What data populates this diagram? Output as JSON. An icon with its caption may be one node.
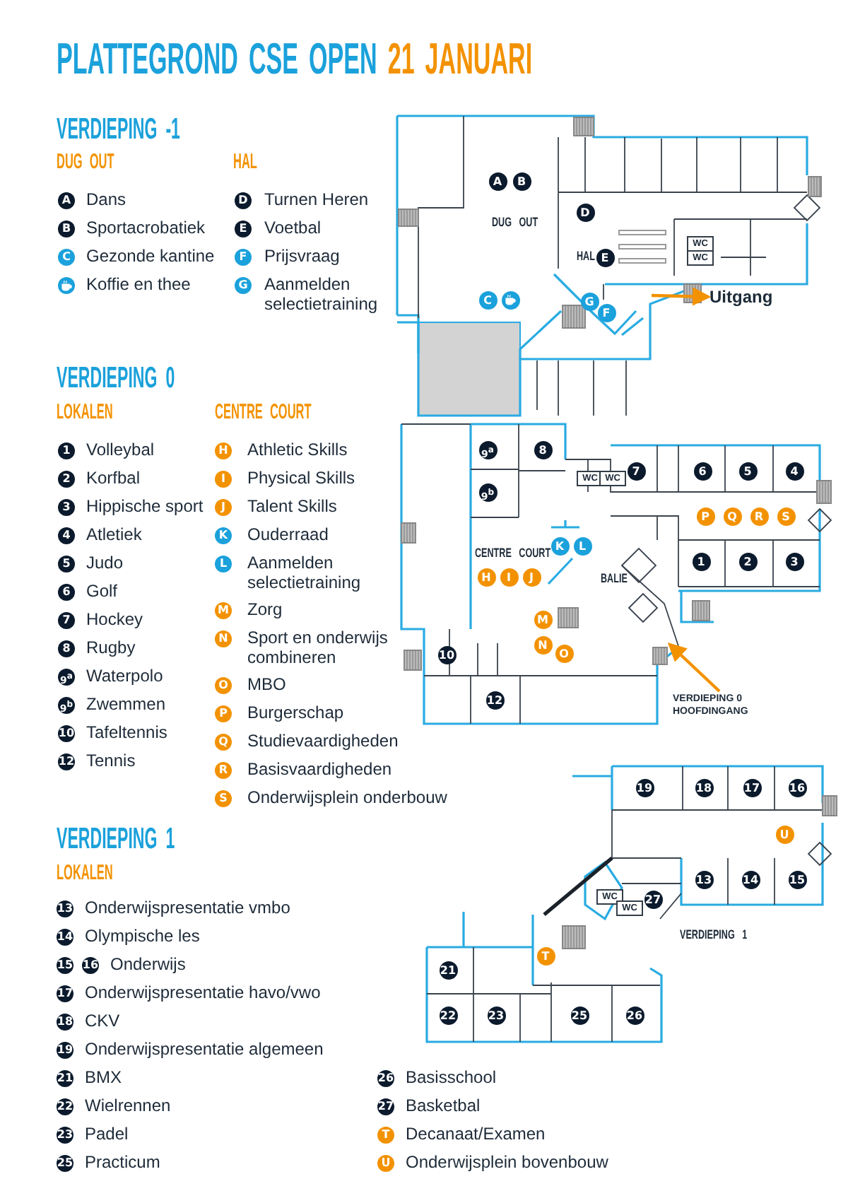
{
  "diagram": {
    "title": "PLATTEGROND CSE OPEN **21 JANUARI**",
    "nodes": [
      {
        "text": [
          "A"
        ],
        "beside": [
          "Dans"
        ]
      },
      {
        "text": [
          "B"
        ],
        "beside": [
          "Sportacrobatiek"
        ]
      },
      {
        "text": [
          "C"
        ],
        "beside": [
          "Gezonde kantine"
        ]
      },
      {
        "text": [],
        "shape": "circle",
        "beside": [
          "Koffie en thee"
        ]
      },
      {
        "text": [
          "D"
        ],
        "beside": [
          "Turnen Heren"
        ]
      },
      {
        "text": [
          "E"
        ],
        "beside": [
          "Voetbal"
        ]
      },
      {
        "text": [
          "F"
        ],
        "beside": [
          "Prijsvraag"
        ]
      },
      {
        "text": [
          "G"
        ],
        "beside": [
          "Aanmelden selectietraining"
        ]
      },
      {
        "text": [
          "A"
        ]
      },
      {
        "text": [
          "B"
        ]
      },
      {
        "text": [
          "D"
        ]
      },
      {
        "text": [
          "WC"
        ]
      },
      {
        "text": [
          "WC"
        ]
      },
      {
        "text": [
          "E"
        ]
      },
      {
        "text": [
          "C"
        ]
      },
      {
        "text": [],
        "shape": "circle"
      },
      {
        "text": [
          "G"
        ]
      },
      {
        "text": [
          "F"
        ]
      },
      {
        "text": [
          "Uitgang"
        ]
      },
      {
        "text": [
          "1"
        ],
        "beside": [
          "Volleybal"
        ]
      },
      {
        "text": [
          "2"
        ],
        "beside": [
          "Korfbal"
        ]
      },
      {
        "text": [
          "3"
        ],
        "beside": [
          "Hippische sport"
        ]
      },
      {
        "text": [
          "4"
        ],
        "beside": [
          "Atletiek"
        ]
      },
      {
        "text": [
          "5"
        ],
        "beside": [
          "Judo"
        ]
      },
      {
        "text": [
          "6"
        ],
        "beside": [
          "Golf"
        ]
      },
      {
        "text": [
          "7"
        ],
        "beside": [
          "Hockey"
        ]
      },
      {
        "text": [
          "8"
        ],
        "beside": [
          "Rugby"
        ]
      },
      {
        "text": [
          "9$^{a}$"
        ],
        "beside": [
          "Waterpolo"
        ]
      },
      {
        "text": [
          "9$^{b}$"
        ],
        "beside": [
          "Zwemmen"
        ]
      },
      {
        "text": [
          "10"
        ],
        "beside": [
          "Tafeltennis"
        ]
      },
      {
        "text": [
          "12"
        ],
        "beside": [
          "Tennis"
        ]
      },
      {
        "text": [
          "H"
        ],
        "beside": [
          "Athletic Skills"
        ]
      },
      {
        "text": [
          "I"
        ],
        "beside": [
          "Physical Skills"
        ]
      },
      {
        "text": [
          "J"
        ],
        "beside": [
          "Talent Skills"
        ]
      },
      {
        "text": [
          "K"
        ],
        "beside": [
          "Ouderraad"
        ]
      },
      {
        "text": [
          "L"
        ],
        "beside": [
          "Aanmelden selectietraining"
        ]
      },
      {
        "text": [
          "M"
        ],
        "beside": [
          "Zorg"
        ]
      },
      {
        "text": [
          "N"
        ],
        "beside": [
          "Sport en onderwijs combineren"
        ]
      },
      {
        "text": [
          "O"
        ],
        "beside": [
          "MBO"
        ]
      },
      {
        "text": [
          "P"
        ],
        "beside": [
          "Burgerschap"
        ]
      },
      {
        "text": [
          "Q"
        ],
        "beside": [
          "Studievaardigheden"
        ]
      },
      {
        "text": [
          "R"
        ],
        "beside": [
          "Basisvaardigheden"
        ]
      },
      {
        "text": [
          "S"
        ],
        "beside": [
          "Onderwijsplein onderbouw"
        ]
      },
      {
        "text": [
          "9$^{a}$"
        ]
      },
      {
        "text": [
          "8"
        ]
      },
      {
        "text": [
          "9$^{b}$"
        ]
      },
      {
        "text": [
          "WC"
        ]
      },
      {
        "text": [
          "WC"
        ]
      },
      {
        "text": [
          "7"
        ]
      },
      {
        "text": [
          "6"
        ]
      },
      {
        "text": [
          "5"
        ]
      },
      {
        "text": [
          "4"
        ]
      },
      {
        "text": [
          "P"
        ]
      },
      {
        "text": [
          "Q"
        ]
      },
      {
        "text": [
          "R"
        ]
      },
      {
        "text": [
          "S"
        ]
      },
      {
        "text": [
          "K"
        ]
      },
      {
        "text": [
          "L"
        ]
      },
      {
        "text": [
          "H"
        ]
      },
      {
        "text": [
          "I"
        ]
      },
      {
        "text": [
          "J"
        ]
      },
      {
        "text": [
          "1"
        ]
      },
      {
        "text": [
          "2"
        ]
      },
      {
        "text": [
          "3"
        ]
      },
      {
        "text": [
          "M"
        ]
      },
      {
        "text": [
          "N"
        ]
      },
      {
        "text": [
          "O"
        ]
      },
      {
        "text": [
          "10"
        ]
      },
      {
        "text": [
          "12"
        ]
      },
      {
        "text": [
          "VERDIEPING 0 HOOFDINGANG"
        ]
      },
      {
        "text": [
          "13"
        ],
        "beside": [
          "Onderwijspresentatie vmbo"
        ]
      },
      {
        "text": [
          "14"
        ],
        "beside": [
          "Olympische les"
        ]
      },
      {
        "text": [
          "15"
        ]
      },
      {
        "text": [
          "16"
        ],
        "beside": [
          "Onderwijs"
        ]
      },
      {
        "text": [
          "17"
        ],
        "beside": [
          "Onderwijspresentatie havo/vwo"
        ]
      },
      {
        "text": [
          "18"
        ],
        "beside": [
          "CKV"
        ]
      },
      {
        "text": [
          "19"
        ],
        "beside": [
          "Onderwijspresentatie algemeen"
        ]
      },
      {
        "text": [
          "21"
        ],
        "beside": [
          "BMX"
        ]
      },
      {
        "text": [
          "22"
        ],
        "beside": [
          "Wielrennen"
        ]
      },
      {
        "text": [
          "23"
        ],
        "beside": [
          "Padel"
        ]
      },
      {
        "text": [
          "25"
        ],
        "beside": [
          "Practicum"
        ]
      },
      {
        "text": [
          "26"
        ],
        "beside": [
          "Basisschool"
        ]
      },
      {
        "text": [
          "27"
        ],
        "beside": [
          "Basketbal"
        ]
      },
      {
        "text": [
          "T"
        ],
        "beside": [
          "Decanaat/Examen"
        ]
      },
      {
        "text": [
          "U"
        ],
        "beside": [
          "Onderwijsplein bovenbouw"
        ]
      },
      {
        "text": [
          "19"
        ]
      },
      {
        "text": [
          "18"
        ]
      },
      {
        "text": [
          "17"
        ]
      },
      {
        "text": [
          "16"
        ]
      },
      {
        "text": [
          "U"
        ]
      },
      {
        "text": [
          "13"
        ]
      },
      {
        "text": [
          "14"
        ]
      },
      {
        "text": [
          "15"
        ]
      },
      {
        "text": [
          "WC"
        ]
      },
      {
        "text": [
          "WC"
        ]
      },
      {
        "text": [
          "27"
        ]
      },
      {
        "text": [
          "21"
        ]
      },
      {
        "text": [
          "T"
        ]
      },
      {
        "text": [
          "22"
        ]
      },
      {
        "text": [
          "23"
        ]
      },
      {
        "text": [
          "25"
        ]
      },
      {
        "text": [
          "26"
        ]
      }
    ],
    "edges": [
      {
        "from": null,
        "to": 18,
        "arrow": "to"
      },
      {
        "from": 69,
        "to": null,
        "arrow": "to"
      }
    ],
    "labels": [
      "VERDIEPING -1",
      "DUG OUT",
      "HAL",
      "DUG OUT",
      "HAL",
      "VERDIEPING 0",
      "LOKALEN",
      "CENTRE COURT",
      "CENTRE COURT",
      "BALIE",
      "VERDIEPING 1",
      "LOKALEN",
      "VERDIEPING 1"
    ]
  }
}
